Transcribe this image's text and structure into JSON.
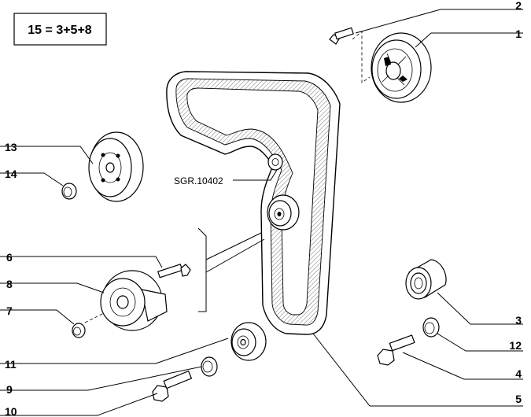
{
  "formula": "15 = 3+5+8",
  "code_label": "SGR.10402",
  "callouts": {
    "p1": "1",
    "p2": "2",
    "p3": "3",
    "p4": "4",
    "p5": "5",
    "p6": "6",
    "p7": "7",
    "p8": "8",
    "p9": "9",
    "p10": "10",
    "p11": "11",
    "p12": "12",
    "p13": "13",
    "p14": "14"
  }
}
